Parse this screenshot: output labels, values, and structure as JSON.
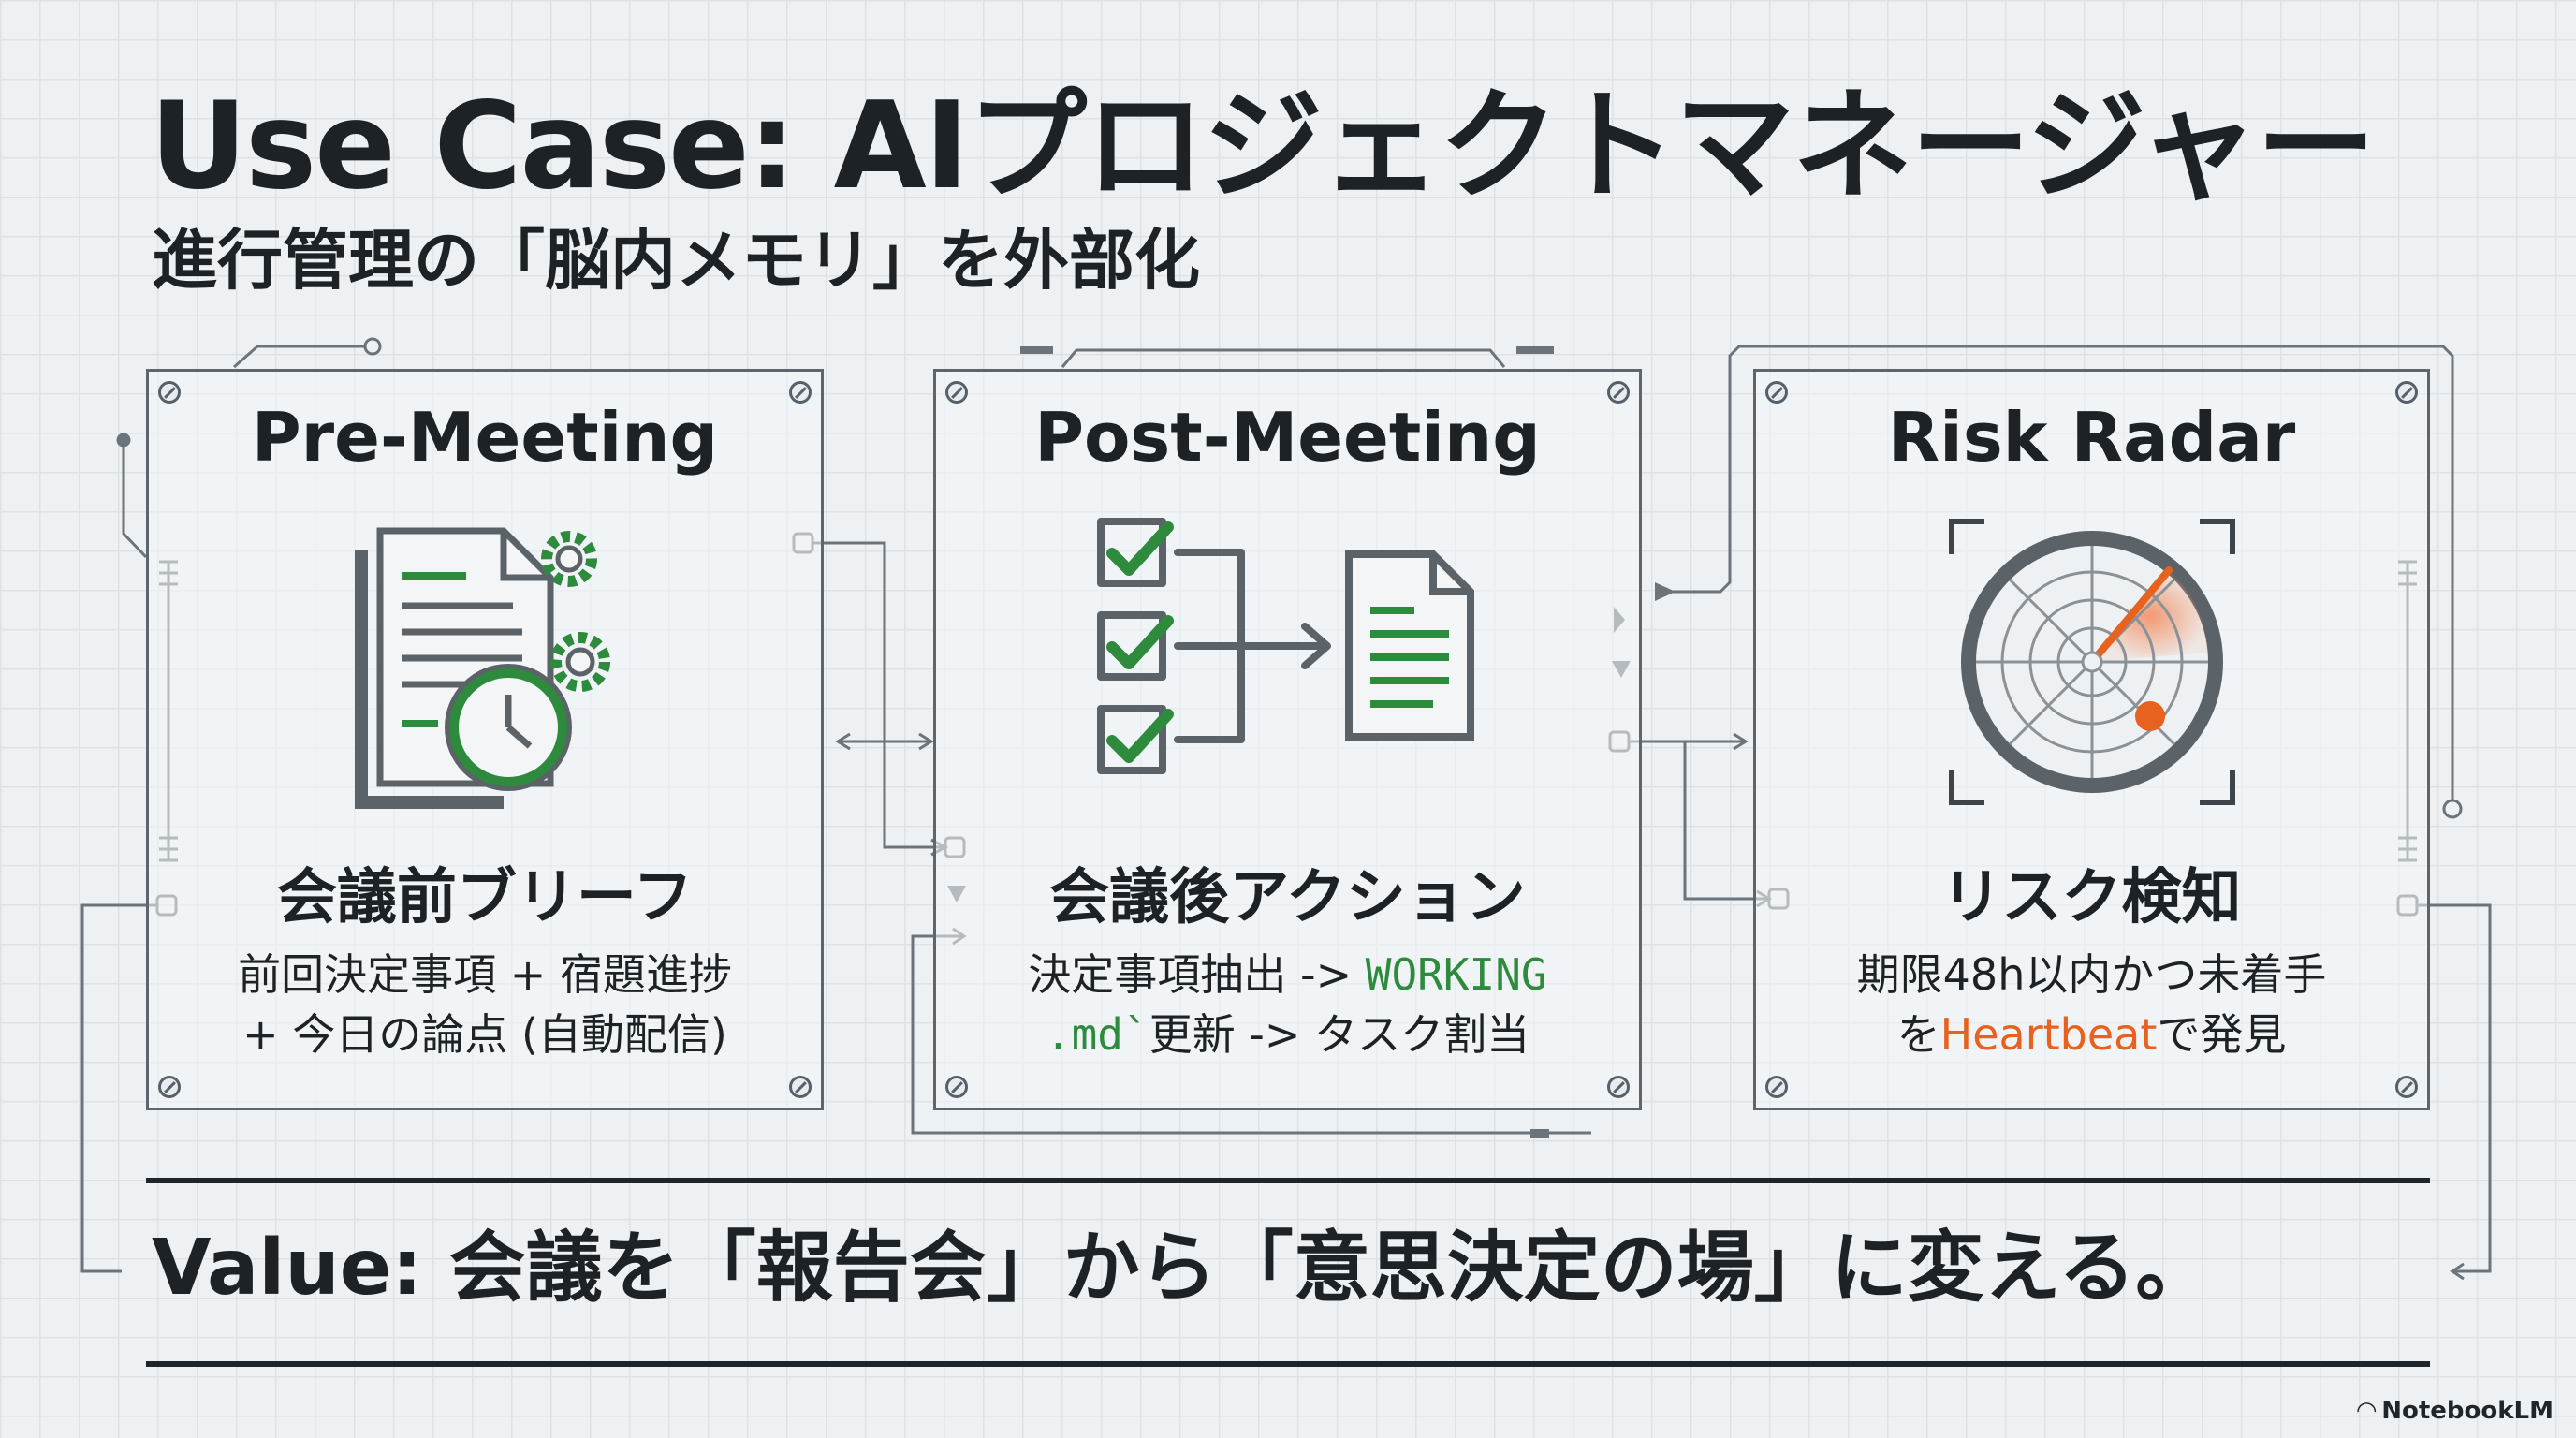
{
  "header": {
    "title": "Use Case: AIプロジェクトマネージャー",
    "subtitle": "進行管理の「脳内メモリ」を外部化"
  },
  "panels": [
    {
      "title": "Pre-Meeting",
      "icon": "document-clock-gear-icon",
      "subtitle": "会議前ブリーフ",
      "desc_line1": "前回決定事項 + 宿題進捗",
      "desc_line2": "+ 今日の論点 (自動配信)"
    },
    {
      "title": "Post-Meeting",
      "icon": "checklist-to-document-icon",
      "subtitle": "会議後アクション",
      "desc_line1_pre": "決定事項抽出 -> ",
      "desc_line1_code": "WORKING",
      "desc_line2_code": ".md`",
      "desc_line2_post": "更新 -> タスク割当"
    },
    {
      "title": "Risk Radar",
      "icon": "radar-icon",
      "subtitle": "リスク検知",
      "desc_line1": "期限48h以内かつ未着手",
      "desc_line2_pre": "を",
      "desc_line2_highlight": "Heartbeat",
      "desc_line2_post": "で発見"
    }
  ],
  "footer": {
    "value": "Value: 会議を「報告会」から「意思決定の場」に変える。",
    "brand": "NotebookLM"
  },
  "colors": {
    "text": "#1c2226",
    "accent_green": "#2e8b3e",
    "accent_orange": "#e8621f",
    "line": "#5d666c",
    "background": "#eef1f3"
  }
}
